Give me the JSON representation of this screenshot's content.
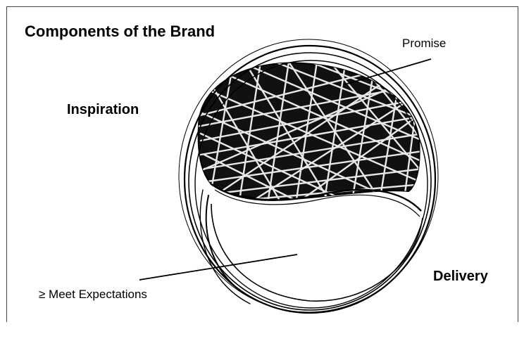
{
  "title": "Components of the Brand",
  "labels": {
    "promise": "Promise",
    "inspiration": "Inspiration",
    "delivery": "Delivery",
    "meet_expectations": "≥ Meet Expectations"
  }
}
